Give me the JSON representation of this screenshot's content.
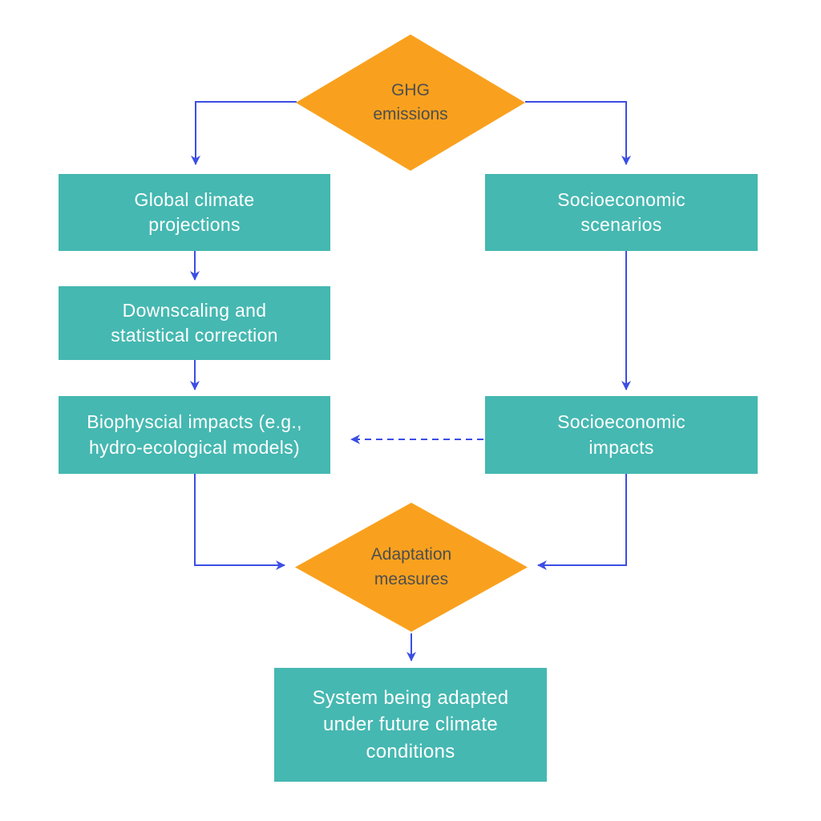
{
  "colors": {
    "teal": "#45b8b1",
    "orange": "#f9a11e",
    "arrow_blue": "#3b4ee4",
    "box_text": "#ffffff",
    "diamond_text": "#4e4e4e",
    "background": "#ffffff"
  },
  "nodes": {
    "ghg": {
      "shape": "diamond",
      "label": "GHG\nemissions"
    },
    "global_climate": {
      "shape": "rect",
      "label": "Global climate\nprojections"
    },
    "socio_scenarios": {
      "shape": "rect",
      "label": "Socioeconomic\nscenarios"
    },
    "downscaling": {
      "shape": "rect",
      "label": "Downscaling and\nstatistical correction"
    },
    "biophysical": {
      "shape": "rect",
      "label": "Biophyscial impacts (e.g.,\nhydro-ecological models)"
    },
    "socio_impacts": {
      "shape": "rect",
      "label": "Socioeconomic\nimpacts"
    },
    "adaptation": {
      "shape": "diamond",
      "label": "Adaptation\nmeasures"
    },
    "system": {
      "shape": "rect",
      "label": "System being adapted\nunder future climate\nconditions"
    }
  },
  "edges": [
    {
      "from": "ghg",
      "to": "global_climate",
      "style": "solid"
    },
    {
      "from": "ghg",
      "to": "socio_scenarios",
      "style": "solid"
    },
    {
      "from": "global_climate",
      "to": "downscaling",
      "style": "solid"
    },
    {
      "from": "downscaling",
      "to": "biophysical",
      "style": "solid"
    },
    {
      "from": "socio_scenarios",
      "to": "socio_impacts",
      "style": "solid"
    },
    {
      "from": "biophysical",
      "to": "adaptation",
      "style": "solid"
    },
    {
      "from": "socio_impacts",
      "to": "adaptation",
      "style": "solid"
    },
    {
      "from": "socio_impacts",
      "to": "biophysical",
      "style": "dashed"
    },
    {
      "from": "adaptation",
      "to": "system",
      "style": "solid"
    }
  ]
}
